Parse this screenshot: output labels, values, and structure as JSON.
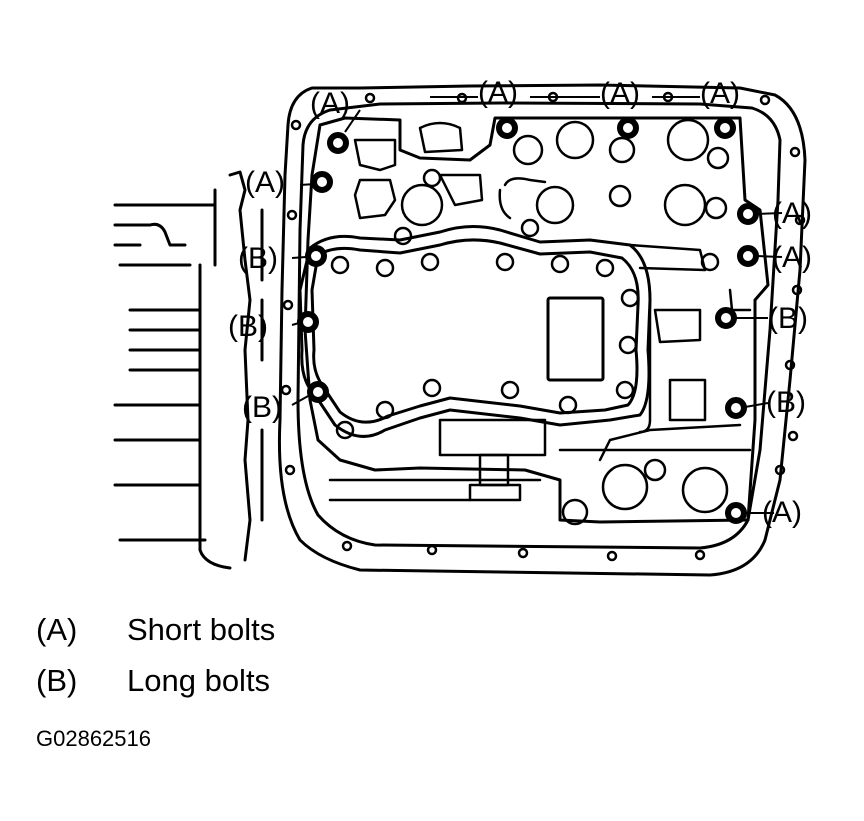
{
  "figure": {
    "id": "G02862516",
    "callouts": {
      "a": "(A)",
      "b": "(B)"
    },
    "legend": [
      {
        "code": "(A)",
        "description": "Short bolts"
      },
      {
        "code": "(B)",
        "description": "Long bolts"
      }
    ]
  }
}
